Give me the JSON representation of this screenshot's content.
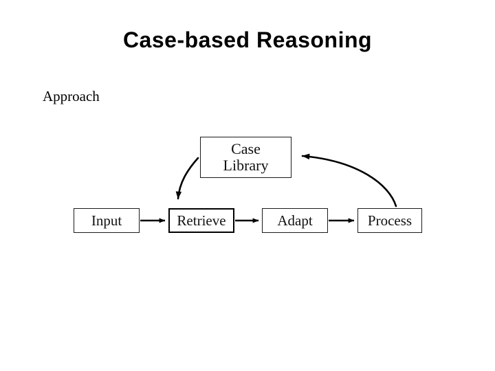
{
  "slide": {
    "title": "Case-based Reasoning",
    "subtitle": "Approach",
    "background_color": "#ffffff",
    "text_color": "#000000"
  },
  "diagram": {
    "type": "flow-diagram",
    "stroke_color": "#000000",
    "nodes": [
      {
        "id": "case-library",
        "label_line1": "Case",
        "label_line2": "Library",
        "emphasis": false
      },
      {
        "id": "input",
        "label": "Input",
        "emphasis": false
      },
      {
        "id": "retrieve",
        "label": "Retrieve",
        "emphasis": true
      },
      {
        "id": "adapt",
        "label": "Adapt",
        "emphasis": false
      },
      {
        "id": "process",
        "label": "Process",
        "emphasis": false
      }
    ],
    "edges": [
      {
        "id": "input-to-retrieve",
        "from": "input",
        "to": "retrieve",
        "style": "straight",
        "arrow": "end"
      },
      {
        "id": "retrieve-to-adapt",
        "from": "retrieve",
        "to": "adapt",
        "style": "straight",
        "arrow": "end"
      },
      {
        "id": "adapt-to-process",
        "from": "adapt",
        "to": "process",
        "style": "straight",
        "arrow": "end"
      },
      {
        "id": "case-library-to-retrieve",
        "from": "case-library",
        "to": "retrieve",
        "style": "curved",
        "arrow": "end"
      },
      {
        "id": "process-to-case-library",
        "from": "process",
        "to": "case-library",
        "style": "curved",
        "arrow": "end"
      }
    ]
  }
}
